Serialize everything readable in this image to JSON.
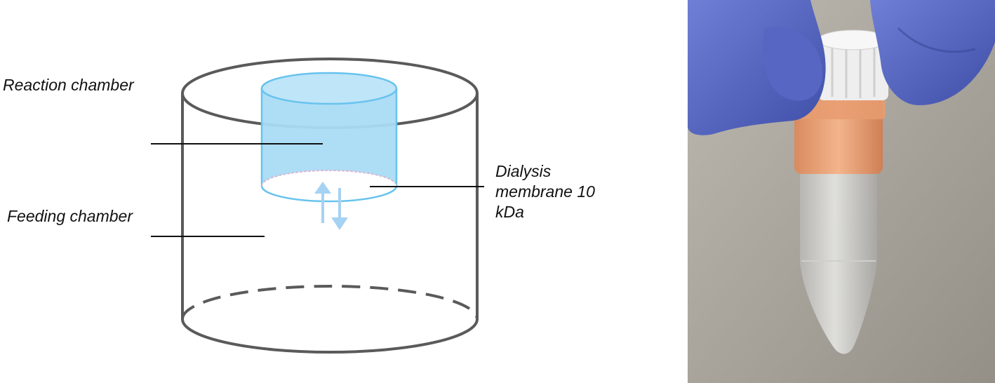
{
  "labels": {
    "reaction_chamber": "Reaction chamber",
    "feeding_chamber": "Feeding chamber",
    "dialysis_membrane": "Dialysis\nmembrane 10\nkDa"
  },
  "colors": {
    "outline": "#5a5a5a",
    "reaction_fill": "#a9dcf6",
    "reaction_edge": "#68c3ee",
    "arrow": "#a6d2f3",
    "membrane": "#e0b7d8",
    "glove": "#5c6cc6",
    "cap": "#eeeeee",
    "tube_band": "#f0a277",
    "photo_background": "#a6a29a"
  }
}
